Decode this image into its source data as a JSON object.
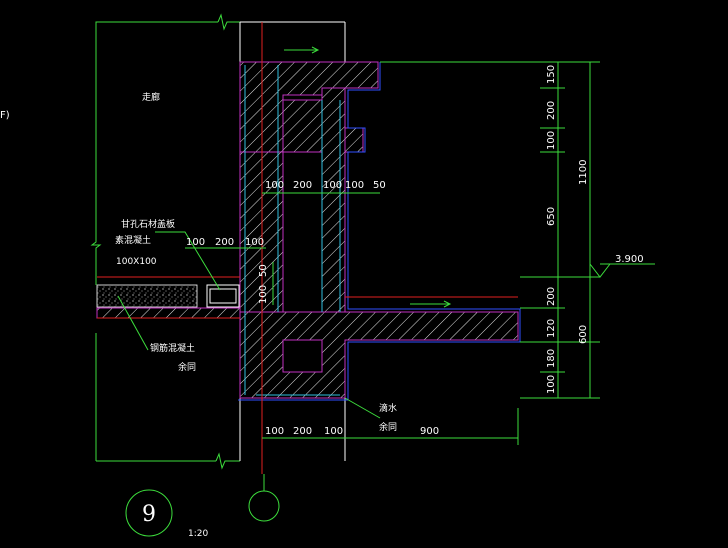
{
  "room_label": "走廊",
  "axis_letter": "F)",
  "detail_number": "9",
  "detail_scale": "1:20",
  "elevation": "3.900",
  "notes": {
    "material_top_1": "甘孔石材盖板",
    "material_top_2": "素混凝土",
    "size": "100X100",
    "rc_left_1": "钢筋混凝土",
    "rc_left_2": "余同",
    "rc_right_1": "滴水",
    "rc_right_2": "余同"
  },
  "dims": {
    "top_row": [
      "100",
      "200",
      "100",
      "100",
      "50"
    ],
    "slab_row": [
      "100",
      "200",
      "100"
    ],
    "small_vertical": "50",
    "gap_vertical": "100",
    "bottom_row": [
      "100",
      "200",
      "100",
      "900"
    ],
    "right_col": [
      "150",
      "200",
      "100",
      "650",
      "200",
      "120",
      "180",
      "100"
    ],
    "right_total_upper": "1100",
    "right_total_lower": "600"
  }
}
